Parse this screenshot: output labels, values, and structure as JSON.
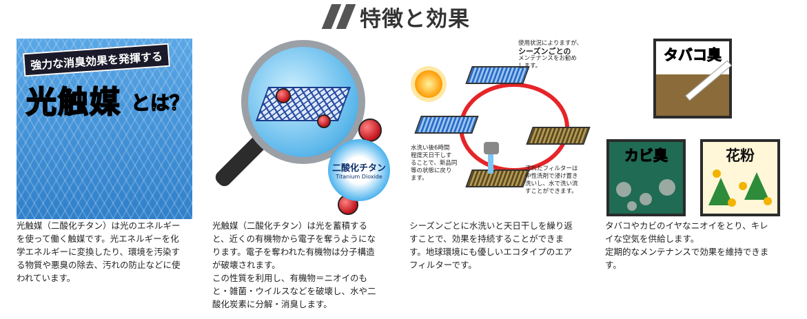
{
  "header": {
    "title": "特徴と効果"
  },
  "panel1": {
    "banner": "強力な消臭効果を発揮する",
    "big_text": "光触媒",
    "small_text": "とは？",
    "caption": [
      "光触媒（二酸化チタン）は光のエネルギー",
      "を使って働く触媒です。光エネルギーを化",
      "学エネルギーに変換したり、環境を汚染す",
      "る物質や悪臭の除去、汚れの防止などに使",
      "われています。"
    ]
  },
  "panel2": {
    "badge_main": "二酸化チタン",
    "badge_sub": "Titanium Dioxide",
    "caption": [
      "光触媒（二酸化チタン）は光を蓄積する",
      "と、近くの有機物から電子を奪うようにな",
      "ります。電子を奪われた有機物は分子構造",
      "が破壊されます。",
      "この性質を利用し、有機物＝ニオイのも",
      "と・雑菌・ウイルスなどを破壊し、水や二",
      "酸化炭素に分解・消臭します。"
    ]
  },
  "panel3": {
    "note_top": [
      "使用状況によりますが、",
      "シーズンごとの",
      "メンテナンスをお勧め",
      "します。"
    ],
    "note_left": [
      "水洗い後6時間",
      "程度天日干しす",
      "ることで、新品同",
      "等の状態に戻り",
      "ます。"
    ],
    "note_right": [
      "汚れたフィルターは",
      "中性洗剤で浸け置き",
      "洗いし、水で洗い流",
      "すことができます。"
    ],
    "caption": [
      "シーズンごとに水洗いと天日干しを繰り返",
      "すことで、効果を持続することができま",
      "す。地球環境にも優しいエコタイプのエア",
      "フィルターです。"
    ]
  },
  "panel4": {
    "tile_tobacco": "タバコ臭",
    "tile_mold": "カビ臭",
    "tile_pollen": "花粉",
    "caption": [
      "タバコやカビのイヤなニオイをとり、キレ",
      "イな空気を供給します。",
      "定期的なメンテナンスで効果を維持できま",
      "す。"
    ]
  }
}
